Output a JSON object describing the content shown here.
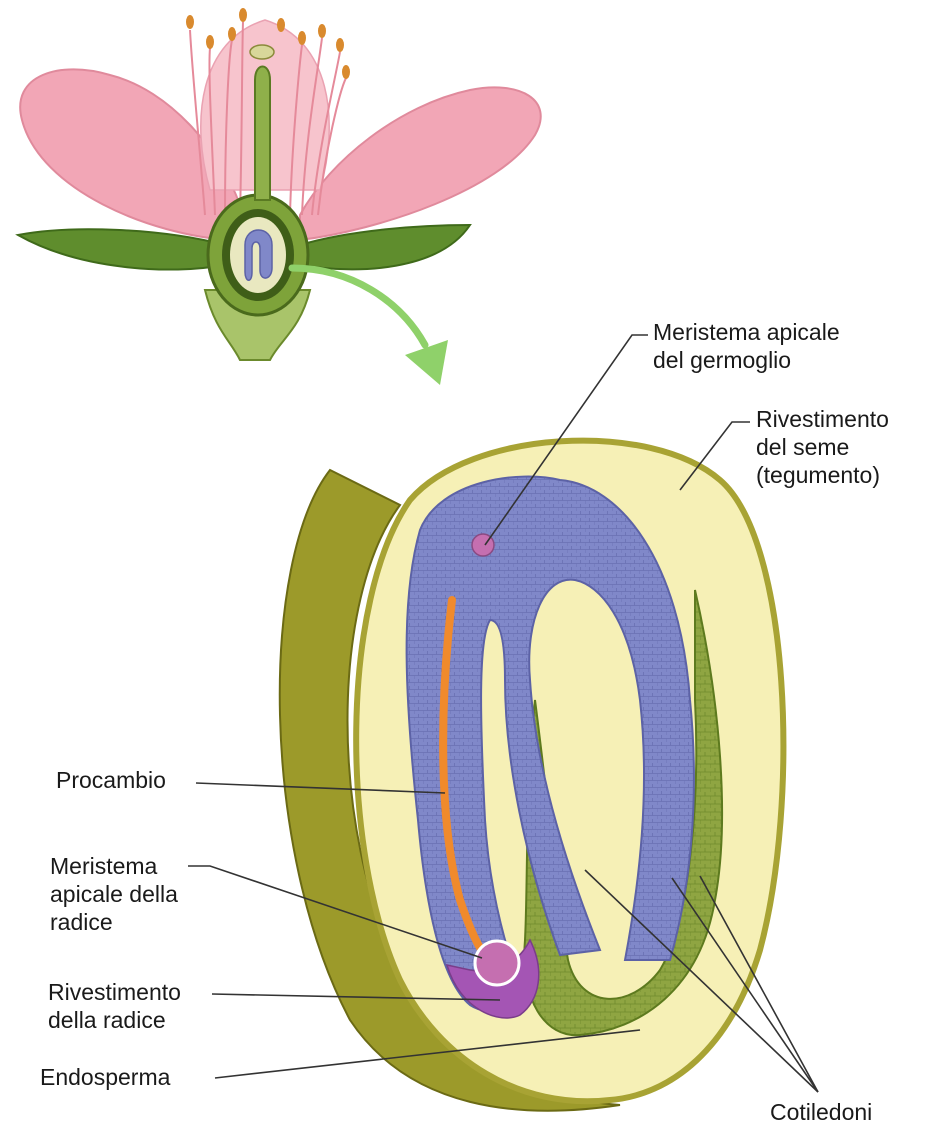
{
  "labels": {
    "shoot_meristem": [
      "Meristema apicale",
      "del germoglio"
    ],
    "seed_coat": [
      "Rivestimento",
      "del seme",
      "(tegumento)"
    ],
    "procambium": "Procambio",
    "root_meristem": [
      "Meristema",
      "apicale della",
      "radice"
    ],
    "root_cap": [
      "Rivestimento",
      "della radice"
    ],
    "endosperm": "Endosperma",
    "cotyledons": "Cotiledoni"
  },
  "colors": {
    "petal": "#f2a3b3",
    "sepal": "#5e8a2c",
    "seed_coat": "#9c9a2a",
    "endosperm": "#f7f1b8",
    "embryo": "#7f84c6",
    "procambium": "#f08a2c",
    "meristem": "#c56fb0",
    "arrow": "#8fd16a"
  }
}
